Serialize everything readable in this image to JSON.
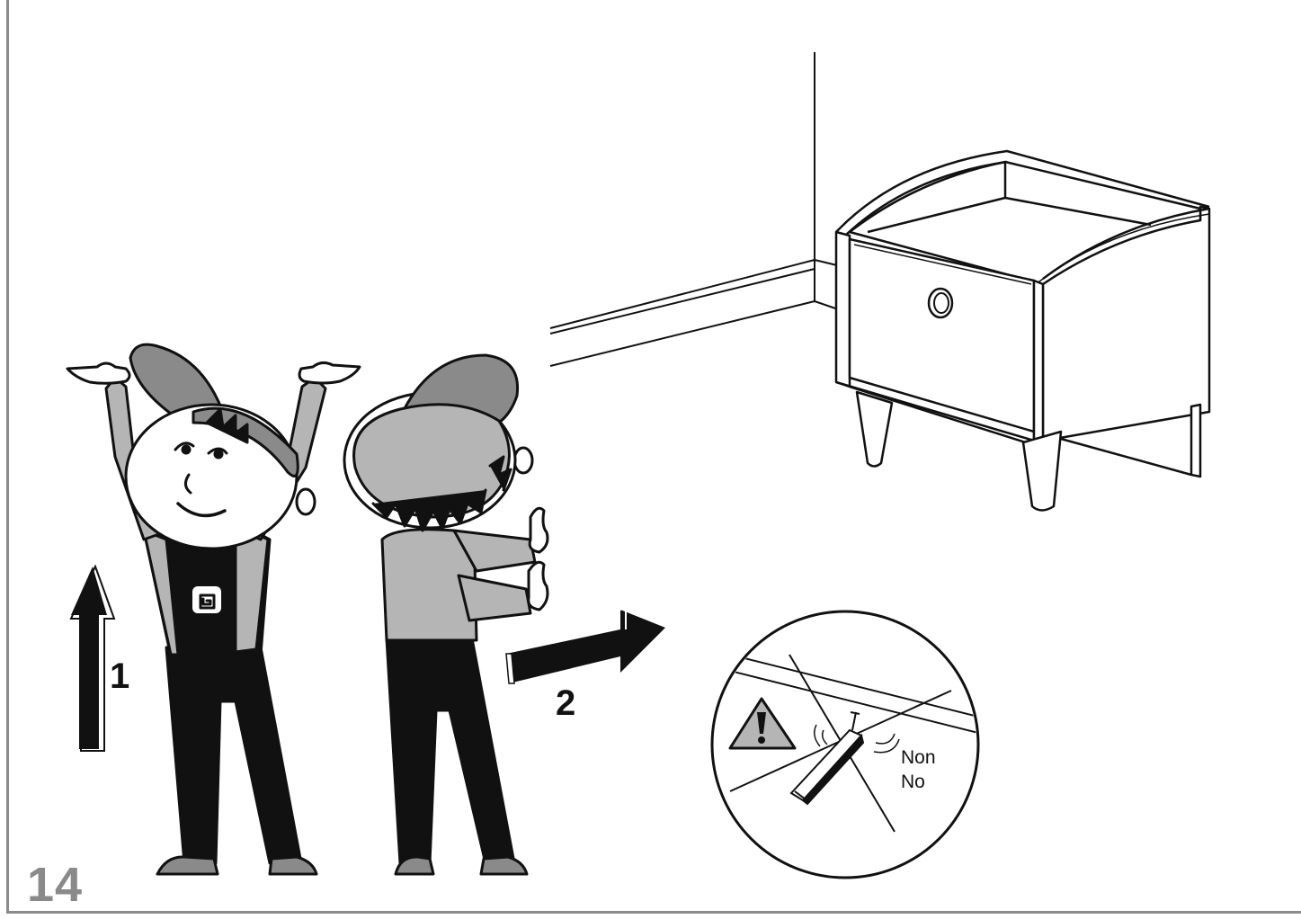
{
  "step": {
    "number": "14"
  },
  "actions": [
    {
      "label": "1",
      "direction": "up"
    },
    {
      "label": "2",
      "direction": "toward-wall"
    }
  ],
  "warning": {
    "icon": "warning-triangle-icon",
    "texts": [
      "Non",
      "No"
    ]
  },
  "colors": {
    "ink": "#111111",
    "shirt_gray": "#b5b5b5",
    "cap_gray": "#8a8a8a",
    "frame_gray": "#8a8a8a",
    "paper": "#ffffff"
  }
}
